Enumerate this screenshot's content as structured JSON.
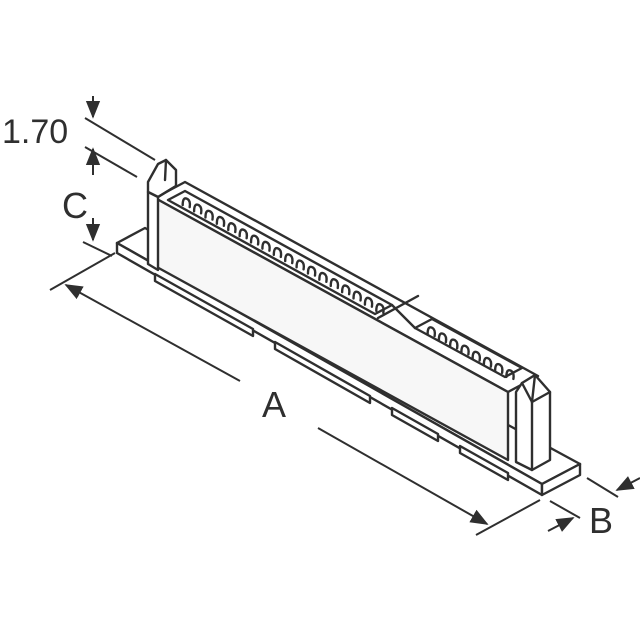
{
  "dimensions": {
    "height_offset": "1.70",
    "height_c": "C",
    "length_a": "A",
    "width_b": "B"
  }
}
